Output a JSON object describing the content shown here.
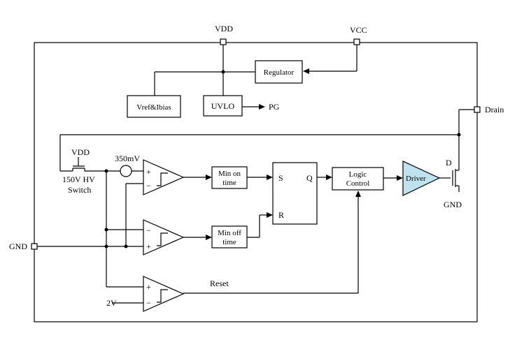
{
  "pins": {
    "vdd": "VDD",
    "vcc": "VCC",
    "drain": "Drain",
    "gnd": "GND"
  },
  "blocks": {
    "regulator": "Regulator",
    "vref": "Vref&Ibias",
    "uvlo": "UVLO",
    "min_on_1": "Min on",
    "min_on_2": "time",
    "min_off_1": "Min off",
    "min_off_2": "time",
    "logic_1": "Logic",
    "logic_2": "Control",
    "driver": "Driver"
  },
  "signals": {
    "pg": "PG",
    "vdd_inner": "VDD",
    "hv_switch_1": "150V HV",
    "hv_switch_2": "Switch",
    "ref_350": "350mV",
    "reset": "Reset",
    "ref_2v": "2V",
    "sr_s": "S",
    "sr_r": "R",
    "sr_q": "Q",
    "fet_d": "D",
    "fet_gnd": "GND",
    "plus": "+",
    "minus": "−"
  }
}
